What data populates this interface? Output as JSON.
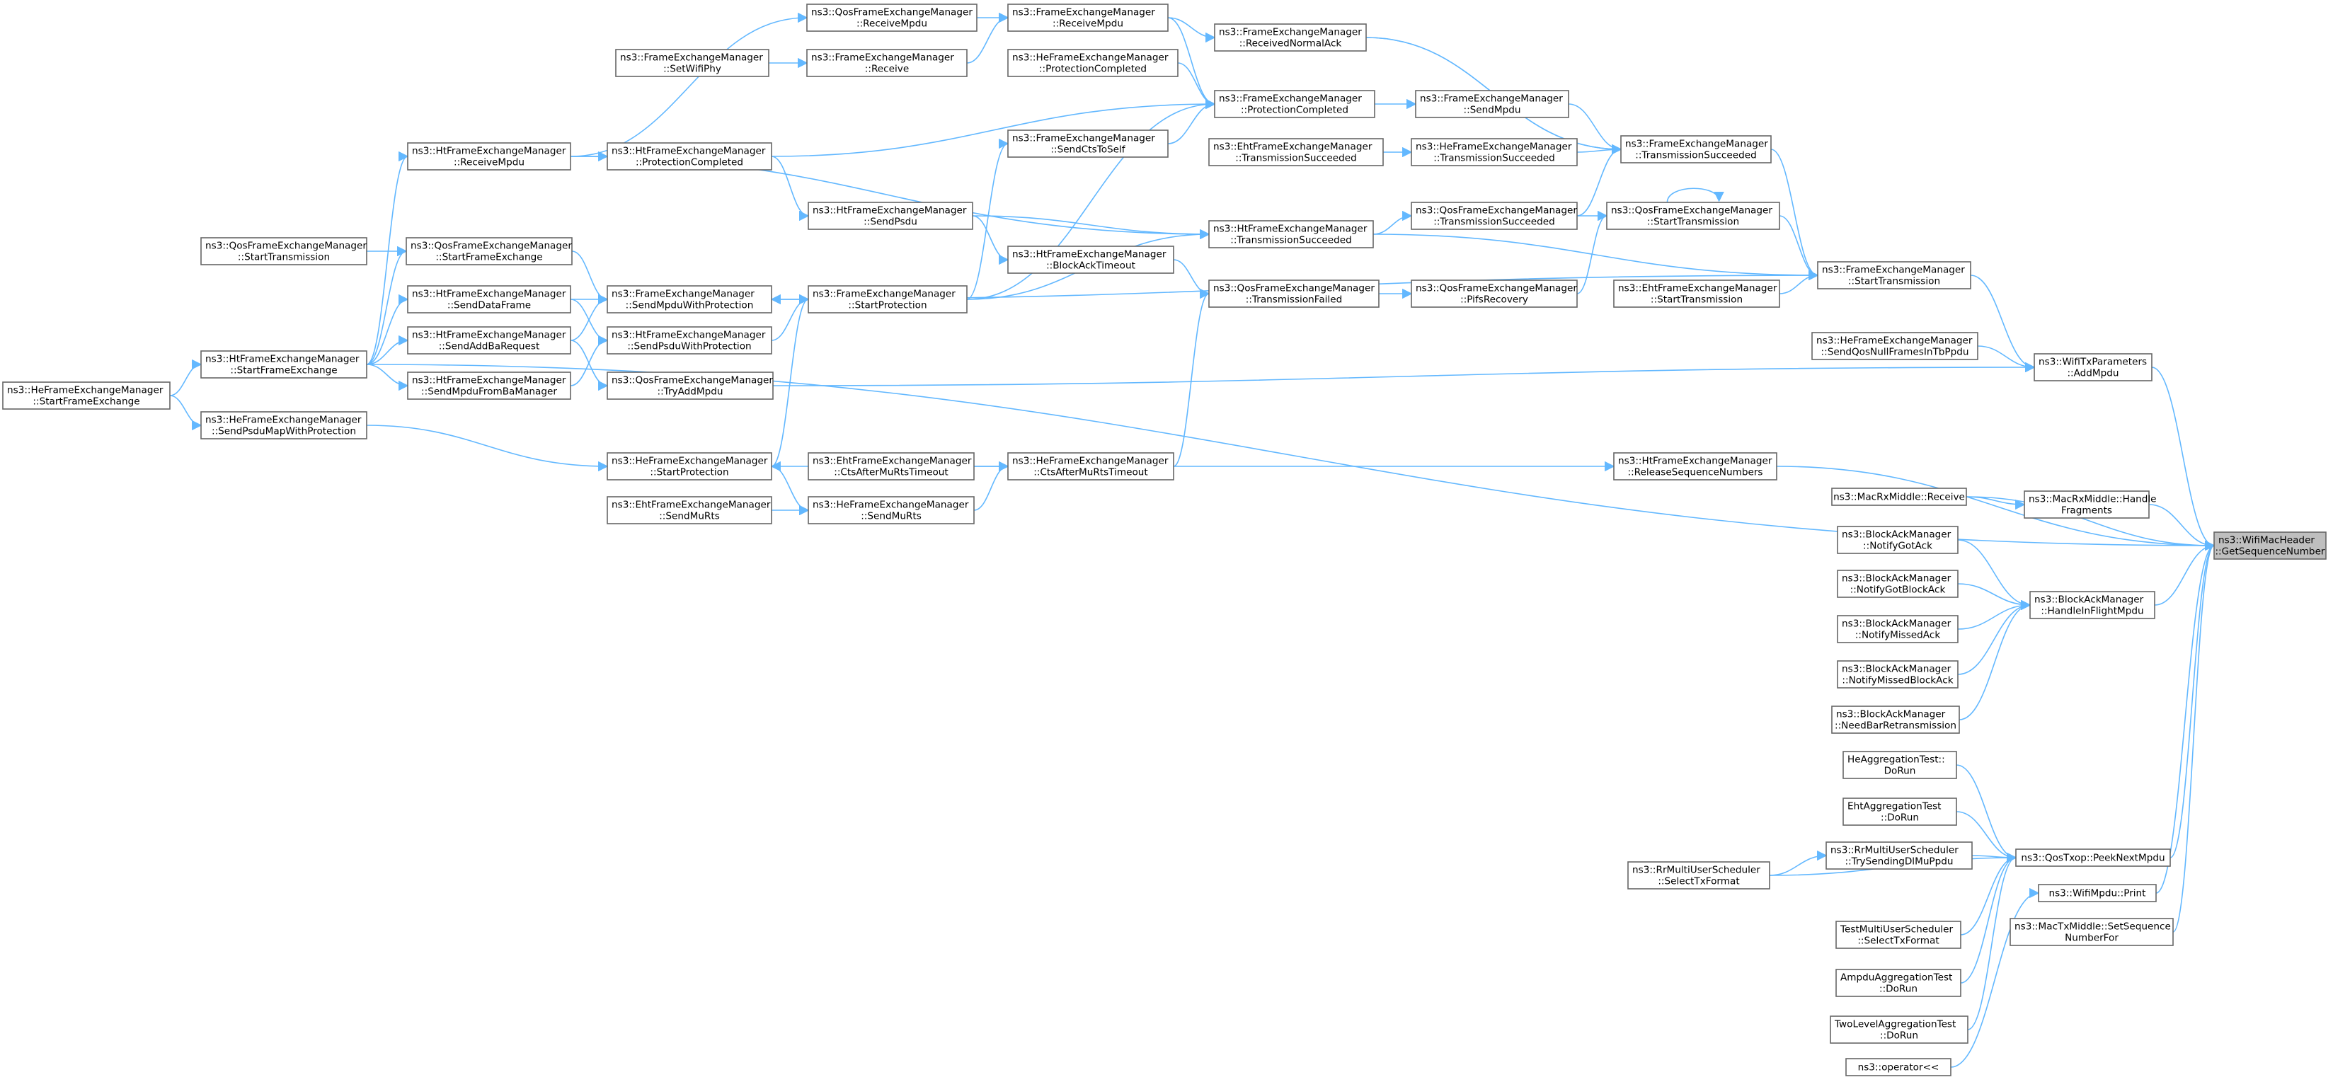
{
  "graph": {
    "title": "",
    "edge_color": "#63b8ff",
    "node_border_color": "#666666",
    "root_fill_color": "#bfbfbf",
    "node_fill_color": "#ffffff",
    "nodes": [
      {
        "id": "root",
        "lines": [
          "ns3::WifiMacHeader",
          "::GetSequenceNumber"
        ],
        "root": true
      },
      {
        "id": "qfem_rmpdu",
        "lines": [
          "ns3::QosFrameExchangeManager",
          "::ReceiveMpdu"
        ]
      },
      {
        "id": "fem_rmpdu",
        "lines": [
          "ns3::FrameExchangeManager",
          "::ReceiveMpdu"
        ]
      },
      {
        "id": "fem_rnack",
        "lines": [
          "ns3::FrameExchangeManager",
          "::ReceivedNormalAck"
        ]
      },
      {
        "id": "fem_setphy",
        "lines": [
          "ns3::FrameExchangeManager",
          "::SetWifiPhy"
        ]
      },
      {
        "id": "fem_recv",
        "lines": [
          "ns3::FrameExchangeManager",
          "::Receive"
        ]
      },
      {
        "id": "hefem_pc",
        "lines": [
          "ns3::HeFrameExchangeManager",
          "::ProtectionCompleted"
        ]
      },
      {
        "id": "fem_pc",
        "lines": [
          "ns3::FrameExchangeManager",
          "::ProtectionCompleted"
        ]
      },
      {
        "id": "fem_sendmpdu",
        "lines": [
          "ns3::FrameExchangeManager",
          "::SendMpdu"
        ]
      },
      {
        "id": "htfem_rmpdu",
        "lines": [
          "ns3::HtFrameExchangeManager",
          "::ReceiveMpdu"
        ]
      },
      {
        "id": "htfem_pc",
        "lines": [
          "ns3::HtFrameExchangeManager",
          "::ProtectionCompleted"
        ]
      },
      {
        "id": "fem_cts",
        "lines": [
          "ns3::FrameExchangeManager",
          "::SendCtsToSelf"
        ]
      },
      {
        "id": "ehtfem_ts",
        "lines": [
          "ns3::EhtFrameExchangeManager",
          "::TransmissionSucceeded"
        ]
      },
      {
        "id": "hefem_ts",
        "lines": [
          "ns3::HeFrameExchangeManager",
          "::TransmissionSucceeded"
        ]
      },
      {
        "id": "fem_ts",
        "lines": [
          "ns3::FrameExchangeManager",
          "::TransmissionSucceeded"
        ]
      },
      {
        "id": "htfem_sendpsdu",
        "lines": [
          "ns3::HtFrameExchangeManager",
          "::SendPsdu"
        ]
      },
      {
        "id": "htfem_ts",
        "lines": [
          "ns3::HtFrameExchangeManager",
          "::TransmissionSucceeded"
        ]
      },
      {
        "id": "qfem_ts",
        "lines": [
          "ns3::QosFrameExchangeManager",
          "::TransmissionSucceeded"
        ]
      },
      {
        "id": "qfem_st",
        "lines": [
          "ns3::QosFrameExchangeManager",
          "::StartTransmission"
        ]
      },
      {
        "id": "qfem_st2",
        "lines": [
          "ns3::QosFrameExchangeManager",
          "::StartTransmission"
        ]
      },
      {
        "id": "qfem_sfe",
        "lines": [
          "ns3::QosFrameExchangeManager",
          "::StartFrameExchange"
        ]
      },
      {
        "id": "htfem_bat",
        "lines": [
          "ns3::HtFrameExchangeManager",
          "::BlockAckTimeout"
        ]
      },
      {
        "id": "fem_st",
        "lines": [
          "ns3::FrameExchangeManager",
          "::StartTransmission"
        ]
      },
      {
        "id": "htfem_sdf",
        "lines": [
          "ns3::HtFrameExchangeManager",
          "::SendDataFrame"
        ]
      },
      {
        "id": "fem_smpduwp",
        "lines": [
          "ns3::FrameExchangeManager",
          "::SendMpduWithProtection"
        ]
      },
      {
        "id": "fem_sp",
        "lines": [
          "ns3::FrameExchangeManager",
          "::StartProtection"
        ]
      },
      {
        "id": "qfem_tf",
        "lines": [
          "ns3::QosFrameExchangeManager",
          "::TransmissionFailed"
        ]
      },
      {
        "id": "qfem_pifs",
        "lines": [
          "ns3::QosFrameExchangeManager",
          "::PifsRecovery"
        ]
      },
      {
        "id": "ehtfem_st",
        "lines": [
          "ns3::EhtFrameExchangeManager",
          "::StartTransmission"
        ]
      },
      {
        "id": "htfem_sfe",
        "lines": [
          "ns3::HtFrameExchangeManager",
          "::StartFrameExchange"
        ]
      },
      {
        "id": "htfem_saddba",
        "lines": [
          "ns3::HtFrameExchangeManager",
          "::SendAddBaRequest"
        ]
      },
      {
        "id": "htfem_spsduwp",
        "lines": [
          "ns3::HtFrameExchangeManager",
          "::SendPsduWithProtection"
        ]
      },
      {
        "id": "hefem_sqos",
        "lines": [
          "ns3::HeFrameExchangeManager",
          "::SendQosNullFramesInTbPpdu"
        ]
      },
      {
        "id": "hefem_sfe",
        "lines": [
          "ns3::HeFrameExchangeManager",
          "::StartFrameExchange"
        ]
      },
      {
        "id": "htfem_smpdufba",
        "lines": [
          "ns3::HtFrameExchangeManager",
          "::SendMpduFromBaManager"
        ]
      },
      {
        "id": "qfem_tam",
        "lines": [
          "ns3::QosFrameExchangeManager",
          "::TryAddMpdu"
        ]
      },
      {
        "id": "wtp_am",
        "lines": [
          "ns3::WifiTxParameters",
          "::AddMpdu"
        ]
      },
      {
        "id": "hefem_spmwp",
        "lines": [
          "ns3::HeFrameExchangeManager",
          "::SendPsduMapWithProtection"
        ]
      },
      {
        "id": "hefem_sp",
        "lines": [
          "ns3::HeFrameExchangeManager",
          "::StartProtection"
        ]
      },
      {
        "id": "ehtfem_camrt",
        "lines": [
          "ns3::EhtFrameExchangeManager",
          "::CtsAfterMuRtsTimeout"
        ]
      },
      {
        "id": "hefem_camrt",
        "lines": [
          "ns3::HeFrameExchangeManager",
          "::CtsAfterMuRtsTimeout"
        ]
      },
      {
        "id": "htfem_rsn",
        "lines": [
          "ns3::HtFrameExchangeManager",
          "::ReleaseSequenceNumbers"
        ]
      },
      {
        "id": "ehtfem_smr",
        "lines": [
          "ns3::EhtFrameExchangeManager",
          "::SendMuRts"
        ]
      },
      {
        "id": "hefem_smr",
        "lines": [
          "ns3::HeFrameExchangeManager",
          "::SendMuRts"
        ]
      },
      {
        "id": "mrm_recv",
        "lines": [
          "ns3::MacRxMiddle::Receive"
        ]
      },
      {
        "id": "mrm_hf",
        "lines": [
          "ns3::MacRxMiddle::Handle",
          "Fragments"
        ]
      },
      {
        "id": "bam_nga",
        "lines": [
          "ns3::BlockAckManager",
          "::NotifyGotAck"
        ]
      },
      {
        "id": "bam_ngba",
        "lines": [
          "ns3::BlockAckManager",
          "::NotifyGotBlockAck"
        ]
      },
      {
        "id": "bam_hifm",
        "lines": [
          "ns3::BlockAckManager",
          "::HandleInFlightMpdu"
        ]
      },
      {
        "id": "bam_nma",
        "lines": [
          "ns3::BlockAckManager",
          "::NotifyMissedAck"
        ]
      },
      {
        "id": "bam_nmba",
        "lines": [
          "ns3::BlockAckManager",
          "::NotifyMissedBlockAck"
        ]
      },
      {
        "id": "bam_nbr",
        "lines": [
          "ns3::BlockAckManager",
          "::NeedBarRetransmission"
        ]
      },
      {
        "id": "heat_dorun",
        "lines": [
          "HeAggregationTest::",
          "DoRun"
        ]
      },
      {
        "id": "ehtat_dorun",
        "lines": [
          "EhtAggregationTest",
          "::DoRun"
        ]
      },
      {
        "id": "rrmus_tsdmp",
        "lines": [
          "ns3::RrMultiUserScheduler",
          "::TrySendingDlMuPpdu"
        ]
      },
      {
        "id": "qtxop_pnm",
        "lines": [
          "ns3::QosTxop::PeekNextMpdu"
        ]
      },
      {
        "id": "rrmus_stf",
        "lines": [
          "ns3::RrMultiUserScheduler",
          "::SelectTxFormat"
        ]
      },
      {
        "id": "wmpdu_print",
        "lines": [
          "ns3::WifiMpdu::Print"
        ]
      },
      {
        "id": "mtm_ssnf",
        "lines": [
          "ns3::MacTxMiddle::SetSequence",
          "NumberFor"
        ]
      },
      {
        "id": "tmus_stf",
        "lines": [
          "TestMultiUserScheduler",
          "::SelectTxFormat"
        ]
      },
      {
        "id": "ampdu_dorun",
        "lines": [
          "AmpduAggregationTest",
          "::DoRun"
        ]
      },
      {
        "id": "tlat_dorun",
        "lines": [
          "TwoLevelAggregationTest",
          "::DoRun"
        ]
      },
      {
        "id": "op_ll",
        "lines": [
          "ns3::operator<<"
        ]
      }
    ],
    "edges": [
      [
        "qfem_rmpdu",
        "fem_rmpdu"
      ],
      [
        "fem_rmpdu",
        "fem_rnack"
      ],
      [
        "fem_rmpdu",
        "fem_pc"
      ],
      [
        "fem_setphy",
        "fem_recv"
      ],
      [
        "fem_recv",
        "fem_rmpdu"
      ],
      [
        "hefem_pc",
        "fem_pc"
      ],
      [
        "htfem_pc",
        "fem_pc"
      ],
      [
        "fem_cts",
        "fem_pc"
      ],
      [
        "fem_pc",
        "fem_sendmpdu"
      ],
      [
        "htfem_rmpdu",
        "qfem_rmpdu"
      ],
      [
        "htfem_rmpdu",
        "htfem_pc"
      ],
      [
        "htfem_rmpdu",
        "htfem_ts"
      ],
      [
        "htfem_pc",
        "htfem_sendpsdu"
      ],
      [
        "fem_sendmpdu",
        "fem_ts"
      ],
      [
        "fem_rnack",
        "fem_ts"
      ],
      [
        "ehtfem_ts",
        "hefem_ts"
      ],
      [
        "hefem_ts",
        "fem_ts"
      ],
      [
        "htfem_sendpsdu",
        "htfem_ts"
      ],
      [
        "htfem_sendpsdu",
        "htfem_bat"
      ],
      [
        "htfem_ts",
        "qfem_ts"
      ],
      [
        "qfem_ts",
        "fem_ts"
      ],
      [
        "qfem_ts",
        "qfem_st"
      ],
      [
        "qfem_st",
        "qfem_st"
      ],
      [
        "qfem_pifs",
        "qfem_st"
      ],
      [
        "qfem_st",
        "fem_st"
      ],
      [
        "fem_ts",
        "fem_st"
      ],
      [
        "htfem_ts",
        "fem_st"
      ],
      [
        "ehtfem_st",
        "fem_st"
      ],
      [
        "htfem_bat",
        "qfem_tf"
      ],
      [
        "qfem_tf",
        "qfem_pifs"
      ],
      [
        "qfem_st2",
        "qfem_sfe"
      ],
      [
        "qfem_sfe",
        "fem_smpduwp"
      ],
      [
        "htfem_sdf",
        "fem_smpduwp"
      ],
      [
        "htfem_saddba",
        "fem_smpduwp"
      ],
      [
        "fem_smpduwp",
        "fem_sp"
      ],
      [
        "htfem_spsduwp",
        "fem_sp"
      ],
      [
        "fem_sp",
        "fem_cts"
      ],
      [
        "fem_sp",
        "fem_pc"
      ],
      [
        "fem_sp",
        "htfem_ts"
      ],
      [
        "fem_st",
        "fem_smpduwp"
      ],
      [
        "hefem_sfe",
        "htfem_sfe"
      ],
      [
        "htfem_sfe",
        "qfem_sfe"
      ],
      [
        "htfem_sfe",
        "htfem_sdf"
      ],
      [
        "htfem_sfe",
        "htfem_saddba"
      ],
      [
        "htfem_sfe",
        "htfem_smpdufba"
      ],
      [
        "htfem_sfe",
        "htfem_rmpdu"
      ],
      [
        "htfem_smpdufba",
        "htfem_spsduwp"
      ],
      [
        "htfem_sdf",
        "htfem_spsduwp"
      ],
      [
        "htfem_saddba",
        "qfem_tam"
      ],
      [
        "qfem_tam",
        "wtp_am"
      ],
      [
        "hefem_sqos",
        "wtp_am"
      ],
      [
        "fem_st",
        "wtp_am"
      ],
      [
        "htfem_sfe",
        "root"
      ],
      [
        "wtp_am",
        "root"
      ],
      [
        "hefem_sfe",
        "hefem_spmwp"
      ],
      [
        "hefem_spmwp",
        "hefem_sp"
      ],
      [
        "hefem_sp",
        "fem_sp"
      ],
      [
        "hefem_sp",
        "hefem_smr"
      ],
      [
        "ehtfem_camrt",
        "hefem_camrt"
      ],
      [
        "hefem_camrt",
        "hefem_sp"
      ],
      [
        "hefem_camrt",
        "qfem_tf"
      ],
      [
        "ehtfem_smr",
        "hefem_smr"
      ],
      [
        "hefem_smr",
        "hefem_camrt"
      ],
      [
        "hefem_camrt",
        "htfem_rsn"
      ],
      [
        "htfem_rsn",
        "root"
      ],
      [
        "mrm_recv",
        "mrm_hf"
      ],
      [
        "mrm_recv",
        "root"
      ],
      [
        "mrm_hf",
        "root"
      ],
      [
        "bam_nga",
        "bam_hifm"
      ],
      [
        "bam_ngba",
        "bam_hifm"
      ],
      [
        "bam_nma",
        "bam_hifm"
      ],
      [
        "bam_nmba",
        "bam_hifm"
      ],
      [
        "bam_nbr",
        "bam_hifm"
      ],
      [
        "bam_hifm",
        "root"
      ],
      [
        "heat_dorun",
        "qtxop_pnm"
      ],
      [
        "ehtat_dorun",
        "qtxop_pnm"
      ],
      [
        "rrmus_tsdmp",
        "qtxop_pnm"
      ],
      [
        "rrmus_stf",
        "rrmus_tsdmp"
      ],
      [
        "rrmus_stf",
        "qtxop_pnm"
      ],
      [
        "tmus_stf",
        "qtxop_pnm"
      ],
      [
        "ampdu_dorun",
        "qtxop_pnm"
      ],
      [
        "tlat_dorun",
        "qtxop_pnm"
      ],
      [
        "op_ll",
        "wmpdu_print"
      ],
      [
        "qtxop_pnm",
        "root"
      ],
      [
        "wmpdu_print",
        "root"
      ],
      [
        "mtm_ssnf",
        "root"
      ],
      [
        "fem_rnack",
        "fem_ts"
      ]
    ]
  }
}
